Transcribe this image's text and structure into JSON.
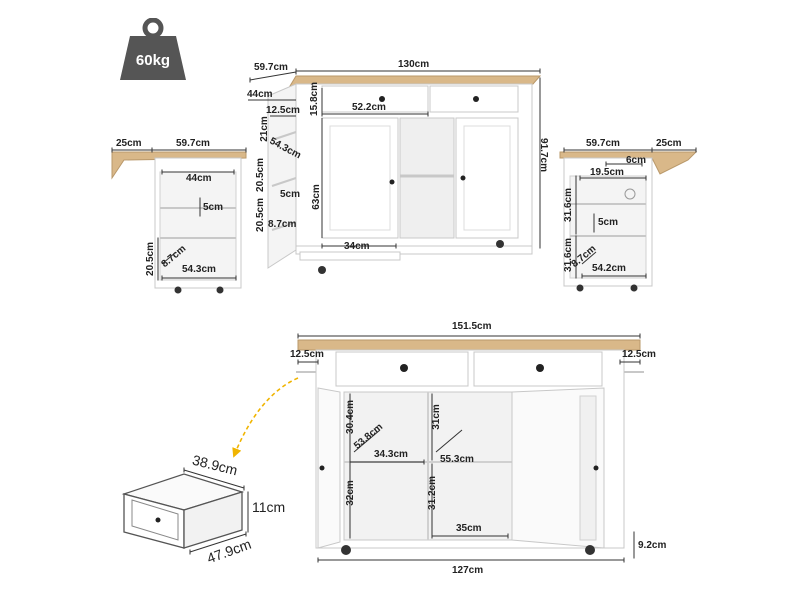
{
  "weight": {
    "label": "60kg",
    "icon": "weight-icon",
    "color": "#555555"
  },
  "colors": {
    "cabinet": "#ffffff",
    "outline": "#c8c8c8",
    "wood_top": "#d9b889",
    "dim_line": "#333333",
    "arrow": "#f0b400"
  },
  "front_view": {
    "depth": "59.7cm",
    "width": "130cm",
    "height": "91.7cm",
    "drawer_h": "15.8cm",
    "drawer_w": "52.2cm",
    "inner_depth": "44cm",
    "side_shelf_w": "12.5cm",
    "side_h1": "21cm",
    "side_depth": "54.3cm",
    "side_h2": "20.5cm",
    "side_h3": "20.5cm",
    "side_gap": "5cm",
    "side_rail": "8.7cm",
    "cabinet_h": "63cm",
    "cabinet_w": "34cm"
  },
  "left_view": {
    "leaf": "25cm",
    "depth": "59.7cm",
    "inner": "44cm",
    "gap": "5cm",
    "bottom_h": "20.5cm",
    "rail": "8.7cm",
    "shelf_w": "54.3cm"
  },
  "right_view": {
    "depth": "59.7cm",
    "leaf": "25cm",
    "hook": "6cm",
    "rack": "19.5cm",
    "h1": "31.6cm",
    "gap": "5cm",
    "h2": "31.6cm",
    "rail": "8.7cm",
    "shelf_w": "54.2cm"
  },
  "open_view": {
    "total_w": "151.5cm",
    "left_leaf": "12.5cm",
    "right_leaf": "12.5cm",
    "upper_h_left": "30.4cm",
    "upper_depth": "53.8cm",
    "upper_w": "34.3cm",
    "upper_h_right": "31cm",
    "mid_depth": "55.3cm",
    "lower_h_left": "32cm",
    "lower_h_right": "31.2cm",
    "lower_w": "35cm",
    "base_w": "127cm",
    "base_h": "9.2cm"
  },
  "drawer_detail": {
    "width": "38.9cm",
    "height": "11cm",
    "depth": "47.9cm"
  }
}
